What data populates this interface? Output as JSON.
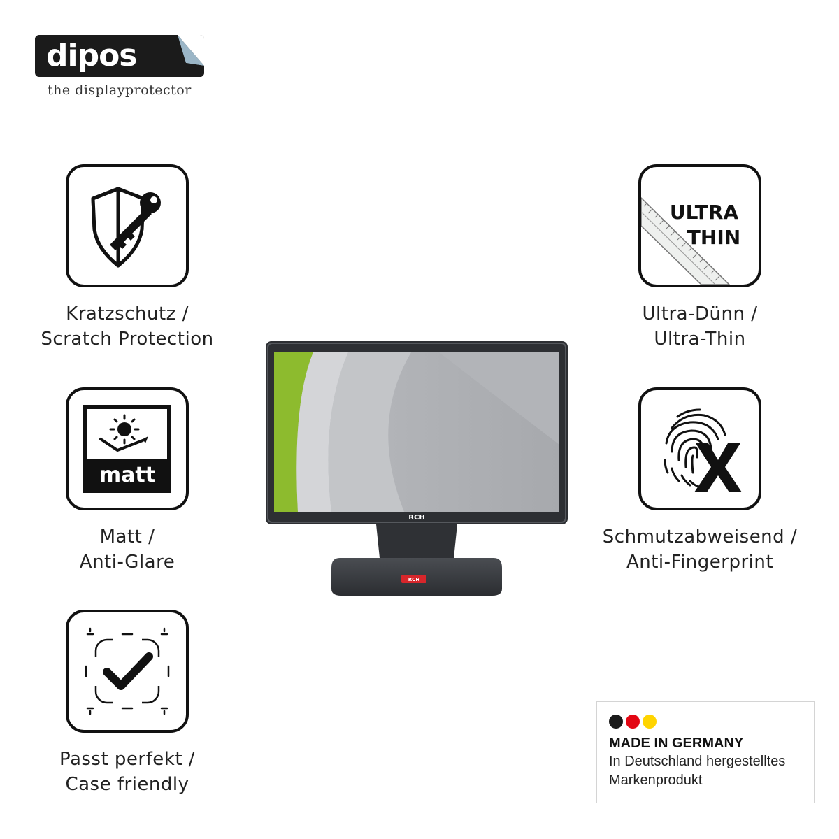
{
  "brand": {
    "name": "dipos",
    "tagline": "the displayprotector"
  },
  "features": [
    {
      "icon": "shield-key-icon",
      "line1": "Kratzschutz /",
      "line2": "Scratch Protection"
    },
    {
      "icon": "matt-sun-icon",
      "icon_text": "matt",
      "line1": "Matt /",
      "line2": "Anti-Glare"
    },
    {
      "icon": "checkmark-fit-icon",
      "line1": "Passt perfekt /",
      "line2": "Case friendly"
    },
    {
      "icon": "ultra-thin-ruler-icon",
      "icon_text_1": "ULTRA",
      "icon_text_2": "THIN",
      "line1": "Ultra-Dünn /",
      "line2": "Ultra-Thin"
    },
    {
      "icon": "fingerprint-x-icon",
      "line1": "Schmutzabweisend /",
      "line2": "Anti-Fingerprint"
    }
  ],
  "monitor": {
    "bezel_brand": "RCH",
    "base_badge": "RCH"
  },
  "made_in": {
    "title": "MADE IN GERMANY",
    "line1": "In Deutschland hergestelltes",
    "line2": "Markenprodukt",
    "flag_colors": [
      "#1a1a1a",
      "#e30613",
      "#ffd400"
    ]
  },
  "colors": {
    "icon_stroke": "#111111",
    "logo_bg": "#1b1b1b",
    "screen_green": "#8dbb2e"
  }
}
